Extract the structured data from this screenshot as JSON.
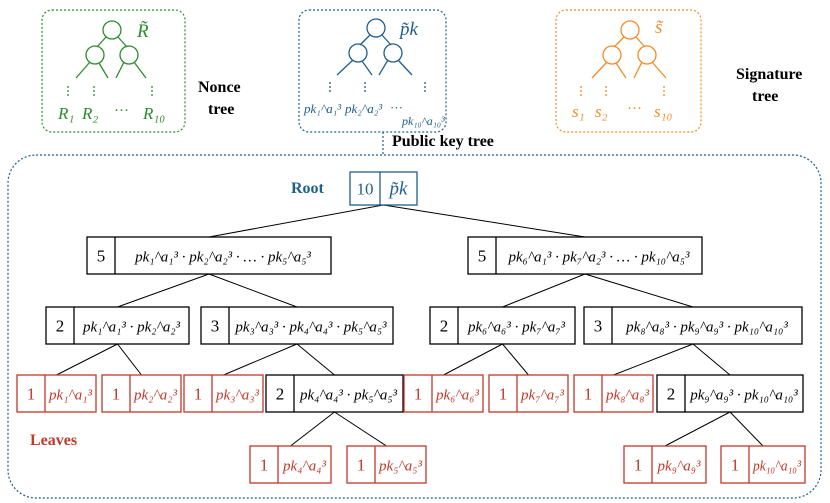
{
  "colors": {
    "green": "#2e8b2e",
    "blue": "#1f5f8b",
    "orange": "#f28c28",
    "red": "#c0392b",
    "black": "#000000"
  },
  "top": {
    "nonce": {
      "root": "R̃",
      "leaves": [
        "R₁",
        "R₂",
        "···",
        "R₁₀"
      ],
      "label_line1": "Nonce",
      "label_line2": "tree"
    },
    "pk": {
      "root": "p̃k",
      "leaves": [
        "pk₁^a₁³",
        "pk₂^a₂³",
        "···",
        "pk₁₀^a₁₀³"
      ],
      "label": "Public key tree"
    },
    "sig": {
      "root": "s̃",
      "leaves": [
        "s₁",
        "s₂",
        "···",
        "s₁₀"
      ],
      "label_line1": "Signature",
      "label_line2": "tree"
    }
  },
  "main": {
    "root_label": "Root",
    "leaves_label": "Leaves",
    "root_node": {
      "count": "10",
      "value": "p̃k"
    },
    "level1": [
      {
        "count": "5",
        "value": "pk₁^a₁³ · pk₂^a₂³ · … · pk₅^a₅³"
      },
      {
        "count": "5",
        "value": "pk₆^a₁³ · pk₇^a₂³ · … · pk₁₀^a₅³"
      }
    ],
    "level2": [
      {
        "count": "2",
        "value": "pk₁^a₁³ · pk₂^a₂³"
      },
      {
        "count": "3",
        "value": "pk₃^a₃³ · pk₄^a₄³ · pk₅^a₅³"
      },
      {
        "count": "2",
        "value": "pk₆^a₆³ · pk₇^a₇³"
      },
      {
        "count": "3",
        "value": "pk₈^a₈³ · pk₉^a₉³ · pk₁₀^a₁₀³"
      }
    ],
    "level3": [
      {
        "count": "1",
        "value": "pk₁^a₁³",
        "leaf": true
      },
      {
        "count": "1",
        "value": "pk₂^a₂³",
        "leaf": true
      },
      {
        "count": "1",
        "value": "pk₃^a₃³",
        "leaf": true
      },
      {
        "count": "2",
        "value": "pk₄^a₄³ · pk₅^a₅³",
        "leaf": false
      },
      {
        "count": "1",
        "value": "pk₆^a₆³",
        "leaf": true
      },
      {
        "count": "1",
        "value": "pk₇^a₇³",
        "leaf": true
      },
      {
        "count": "1",
        "value": "pk₈^a₈³",
        "leaf": true
      },
      {
        "count": "2",
        "value": "pk₉^a₉³ · pk₁₀^a₁₀³",
        "leaf": false
      }
    ],
    "level4": [
      {
        "count": "1",
        "value": "pk₄^a₄³",
        "leaf": true
      },
      {
        "count": "1",
        "value": "pk₅^a₅³",
        "leaf": true
      },
      {
        "count": "1",
        "value": "pk₉^a₉³",
        "leaf": true
      },
      {
        "count": "1",
        "value": "pk₁₀^a₁₀³",
        "leaf": true
      }
    ]
  }
}
